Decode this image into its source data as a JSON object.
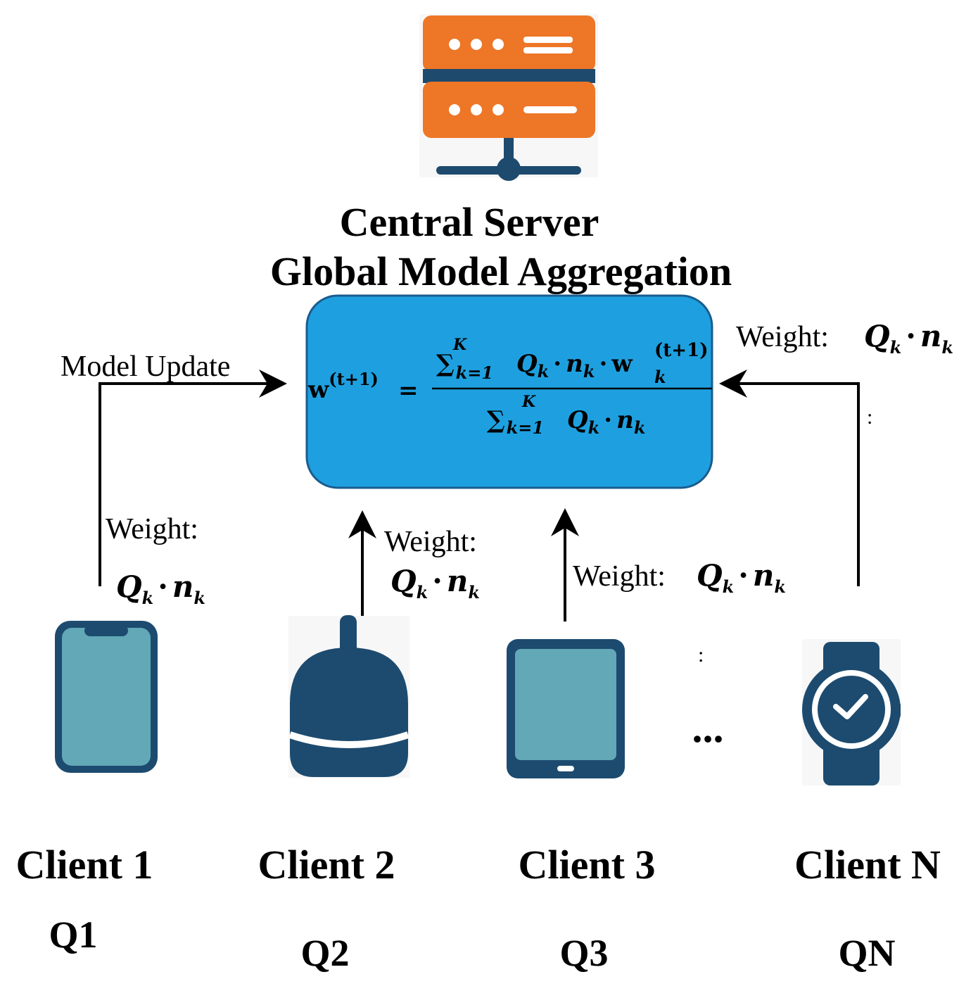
{
  "server": {
    "title": "Central Server",
    "subtitle": "Global Model Aggregation"
  },
  "formula": {
    "lhs": "w",
    "lhs_sup": "(t+1)",
    "equals": "=",
    "numerator_sum": "∑",
    "numerator_index": "k=1",
    "numerator_limit": "K",
    "numerator_body": "Q",
    "numerator_body_sub": "k",
    "numerator_dot1": "·",
    "numerator_n": "n",
    "numerator_n_sub": "k",
    "numerator_dot2": "·",
    "numerator_w": "w",
    "numerator_w_sub": "k",
    "numerator_w_sup": "(t+1)",
    "denominator_sum": "∑",
    "denominator_index": "k=1",
    "denominator_limit": "K",
    "denominator_body": "Q",
    "denominator_body_sub": "k",
    "denominator_dot": "·",
    "denominator_n": "n",
    "denominator_n_sub": "k"
  },
  "edges": {
    "model_update_label": "Model Update",
    "weight_label": "Weight:",
    "weight_expr_q": "Q",
    "weight_expr_q_sub": "k",
    "weight_expr_dot": "·",
    "weight_expr_n": "n",
    "weight_expr_n_sub": "k",
    "vertical_dots": ":",
    "ellipsis": "..."
  },
  "clients": [
    {
      "name": "Client 1",
      "quality": "Q1",
      "icon": "smartphone-icon"
    },
    {
      "name": "Client 2",
      "quality": "Q2",
      "icon": "smart-speaker-icon"
    },
    {
      "name": "Client 3",
      "quality": "Q3",
      "icon": "tablet-icon"
    },
    {
      "name": "Client N",
      "quality": "QN",
      "icon": "smartwatch-icon"
    }
  ],
  "colors": {
    "server_orange": "#EE7627",
    "server_navy": "#1E4A6E",
    "box_fill": "#1EA0E0",
    "box_stroke": "#1A5C8E",
    "device_navy": "#1D4B6F",
    "device_screen": "#62A8B6",
    "watch_white": "#FFFFFF"
  }
}
